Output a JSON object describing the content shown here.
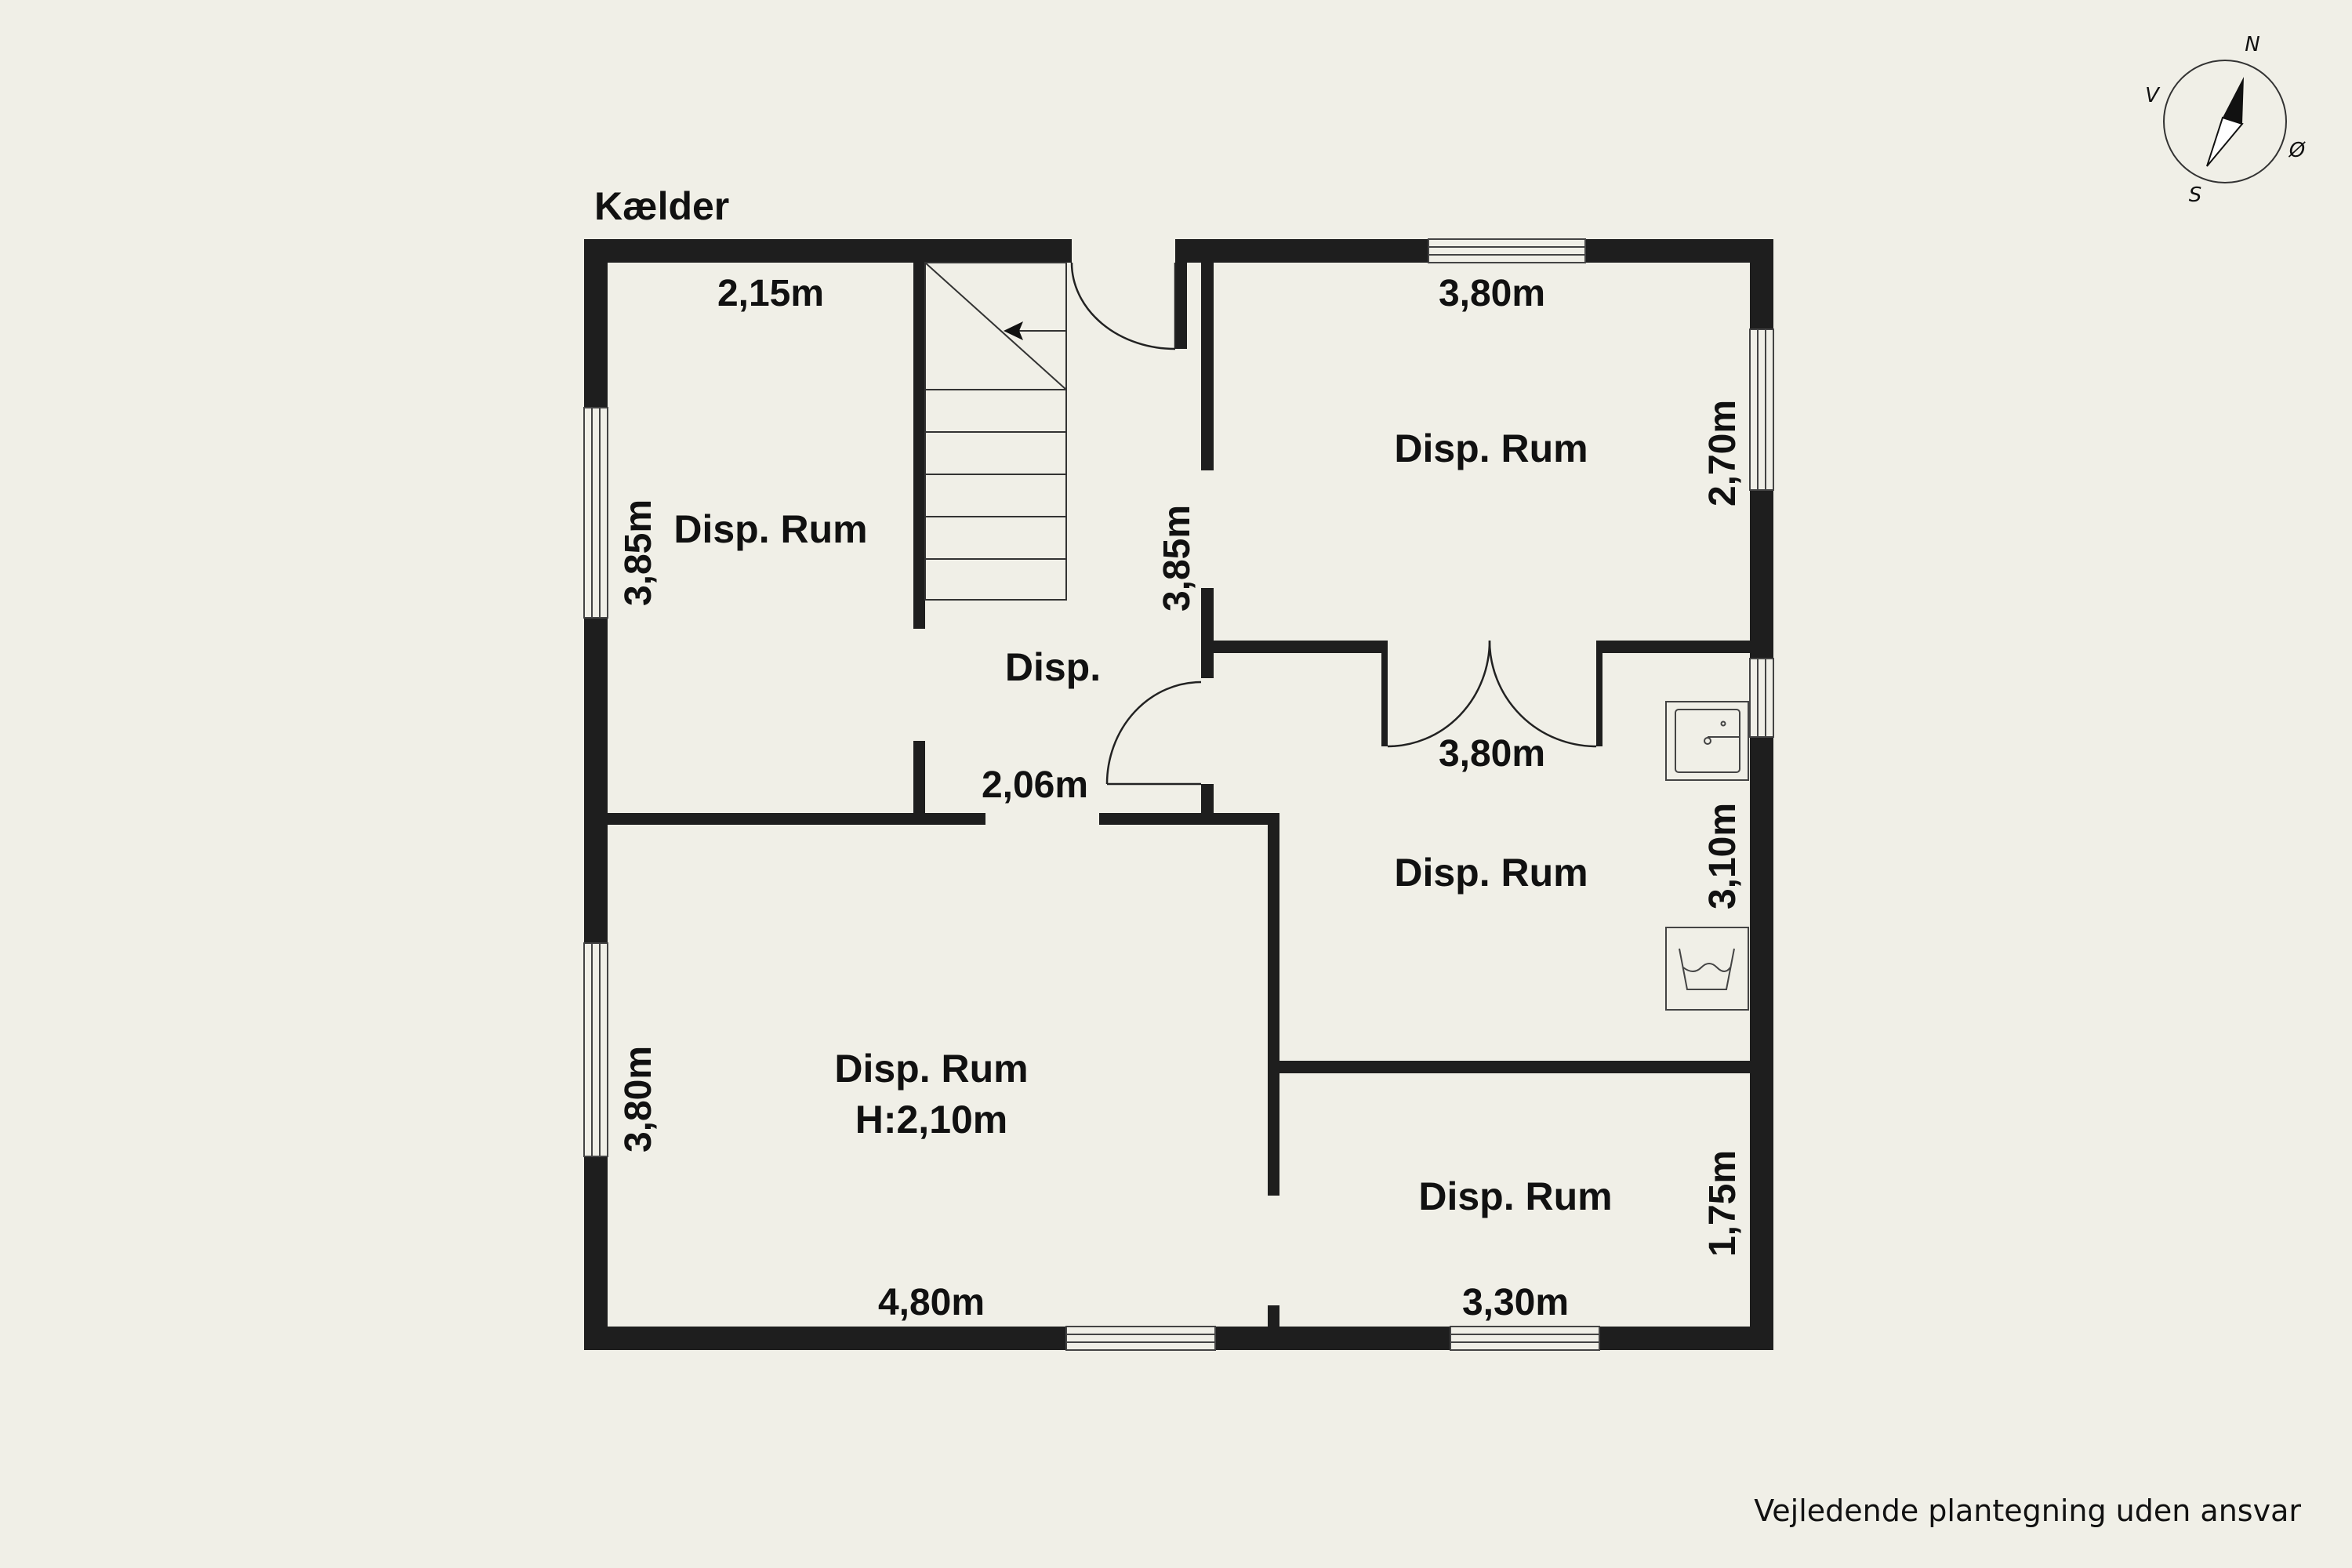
{
  "plan": {
    "floor_title": "Kælder",
    "disclaimer": "Vejledende plantegning uden ansvar",
    "wall_color": "#1e1e1e",
    "background_color": "#f0efe7"
  },
  "compass": {
    "n": "N",
    "s": "S",
    "e": "Ø",
    "w": "V"
  },
  "rooms": {
    "room_top_left": "Disp. Rum",
    "hall": "Disp.",
    "room_top_right": "Disp. Rum",
    "room_mid_right": "Disp. Rum",
    "room_bottom_left_line1": "Disp. Rum",
    "room_bottom_left_line2": "H:2,10m",
    "room_bottom_right": "Disp. Rum"
  },
  "dimensions": {
    "top_left_width": "2,15m",
    "top_left_height": "3,85m",
    "hall_height": "3,85m",
    "hall_width": "2,06m",
    "top_right_width": "3,80m",
    "top_right_height": "2,70m",
    "mid_right_width": "3,80m",
    "mid_right_height": "3,10m",
    "bottom_left_width": "4,80m",
    "bottom_left_height": "3,80m",
    "bottom_right_width": "3,30m",
    "bottom_right_height": "1,75m"
  },
  "icons": {
    "sink": "sink-icon",
    "washing_machine": "washing-machine-icon",
    "stair_arrow": "arrow-left-icon",
    "compass": "compass-icon"
  }
}
